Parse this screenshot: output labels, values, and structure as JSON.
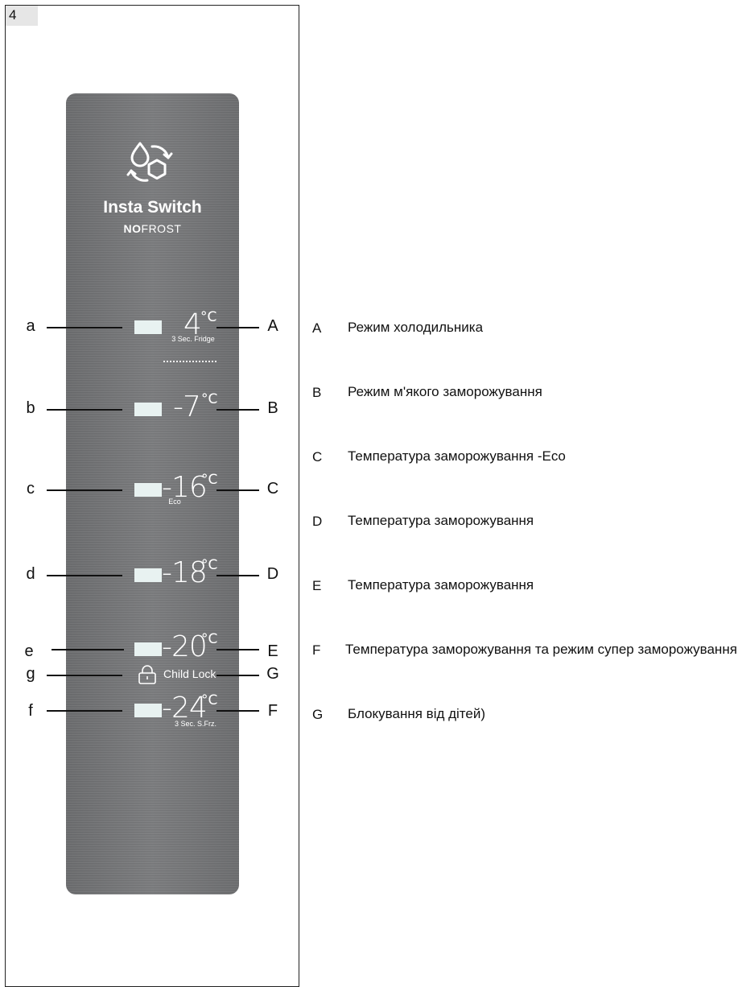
{
  "page_number": "4",
  "brand": {
    "title": "Insta Switch",
    "subtitle_bold": "NO",
    "subtitle_rest": "FROST"
  },
  "rows": [
    {
      "lower": "a",
      "temp": "4",
      "unit": "°C",
      "sublabel": "3 Sec. Fridge",
      "upper": "A"
    },
    {
      "lower": "b",
      "temp": "-7",
      "unit": "°C",
      "sublabel": "",
      "upper": "B"
    },
    {
      "lower": "c",
      "temp": "-16",
      "unit": "°C",
      "sublabel": "Eco",
      "upper": "C"
    },
    {
      "lower": "d",
      "temp": "-18",
      "unit": "°C",
      "sublabel": "",
      "upper": "D"
    },
    {
      "lower": "e",
      "temp": "-20",
      "unit": "°C",
      "sublabel": "",
      "upper": "E"
    },
    {
      "lower": "f",
      "temp": "-24",
      "unit": "°C",
      "sublabel": "3 Sec. S.Frz.",
      "upper": "F"
    }
  ],
  "child_lock": {
    "lower": "g",
    "label": "Child Lock",
    "upper": "G"
  },
  "legend": [
    {
      "letter": "A",
      "text": "Режим холодильника"
    },
    {
      "letter": "B",
      "text": "Режим м'якого заморожування"
    },
    {
      "letter": "C",
      "text": "Температура заморожування -Eco"
    },
    {
      "letter": "D",
      "text": "Температура заморожування"
    },
    {
      "letter": "E",
      "text": "Температура заморожування"
    },
    {
      "letter": "F",
      "text": "Температура заморожування та режим супер заморожування"
    },
    {
      "letter": "G",
      "text": "Блокування від дітей)"
    }
  ]
}
